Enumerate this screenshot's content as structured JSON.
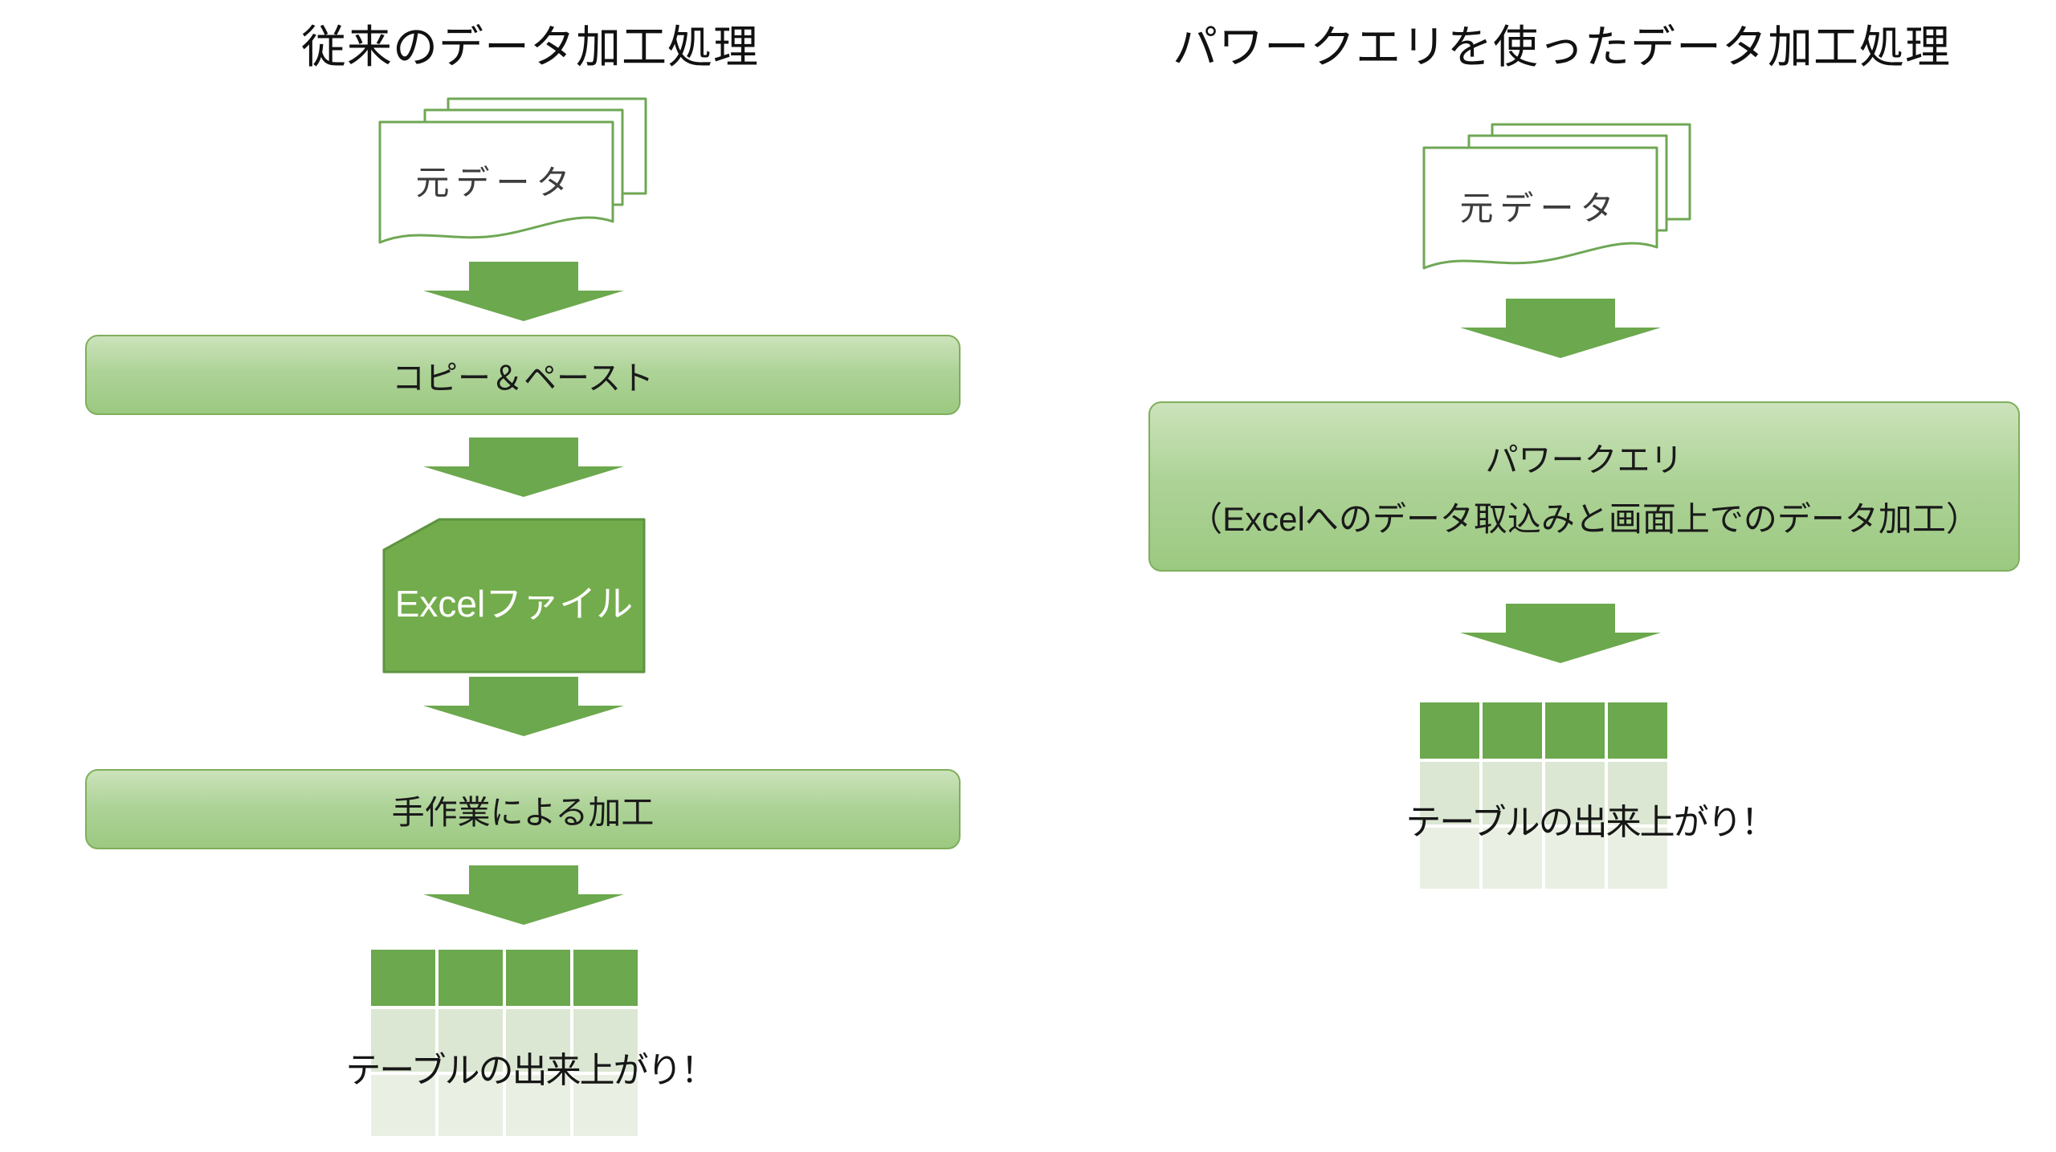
{
  "colors": {
    "accent_green": "#6CA84D",
    "shape_green": "#73AC4C",
    "shape_border": "#5E9340",
    "doc_outline": "#6FA755",
    "box_border": "#7FAF5D",
    "box_fill_top": "#CCE3BB",
    "box_fill_bottom": "#9CC981",
    "table_row2": "#DBE7D2",
    "table_row3": "#E9F0E3",
    "doc_text": "#3D3D3D",
    "text_dark": "#1F1F1F"
  },
  "left_flow": {
    "title": "従来のデータ加工処理",
    "source_label": "元データ",
    "step_copy_paste": "コピー＆ペースト",
    "excel_file_label": "Excelファイル",
    "step_manual": "手作業による加工",
    "result_label": "テーブルの出来上がり！"
  },
  "right_flow": {
    "title": "パワークエリを使ったデータ加工処理",
    "source_label": "元データ",
    "power_query_line1": "パワークエリ",
    "power_query_line2": "（Excelへのデータ取込みと画面上でのデータ加工）",
    "result_label": "テーブルの出来上がり！"
  }
}
